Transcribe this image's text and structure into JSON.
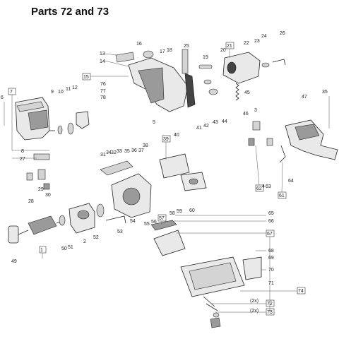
{
  "title": "Parts 72 and 73",
  "labels": {
    "p1": "1",
    "p2": "2",
    "p3": "3",
    "p4": "4",
    "p5": "5",
    "p6": "6",
    "p7": "7",
    "p8": "8",
    "p9": "9",
    "p10": "10",
    "p11": "11",
    "p12": "12",
    "p13": "13",
    "p14": "14",
    "p15": "15",
    "p16": "16",
    "p17": "17",
    "p18": "18",
    "p19": "19",
    "p20": "20",
    "p21": "21",
    "p22": "22",
    "p23": "23",
    "p24": "24",
    "p25": "25",
    "p26": "26",
    "p27": "27",
    "p28": "28",
    "p29": "29",
    "p30": "30",
    "p31": "31",
    "p32": "32",
    "p33": "33",
    "p34": "34",
    "p35": "35",
    "p35b": "35",
    "p36": "36",
    "p37": "37",
    "p38": "38",
    "p39": "39",
    "p40": "40",
    "p41": "41",
    "p42": "42",
    "p43": "43",
    "p44": "44",
    "p45": "45",
    "p46": "46",
    "p47": "47",
    "p49": "49",
    "p50": "50",
    "p51": "51",
    "p52": "52",
    "p53": "53",
    "p54": "54",
    "p55": "55",
    "p56": "56",
    "p57": "57",
    "p58": "58",
    "p59": "59",
    "p60": "60",
    "p61": "61",
    "p62": "62",
    "p63": "63",
    "p64": "64",
    "p65": "65",
    "p66": "66",
    "p67": "67",
    "p68": "68",
    "p69": "69",
    "p70": "70",
    "p71": "71",
    "p72": "72",
    "p73": "73",
    "p74": "74",
    "p76": "76",
    "p77": "77",
    "p78": "78",
    "qty2a": "(2x)",
    "qty2b": "(2x)"
  }
}
